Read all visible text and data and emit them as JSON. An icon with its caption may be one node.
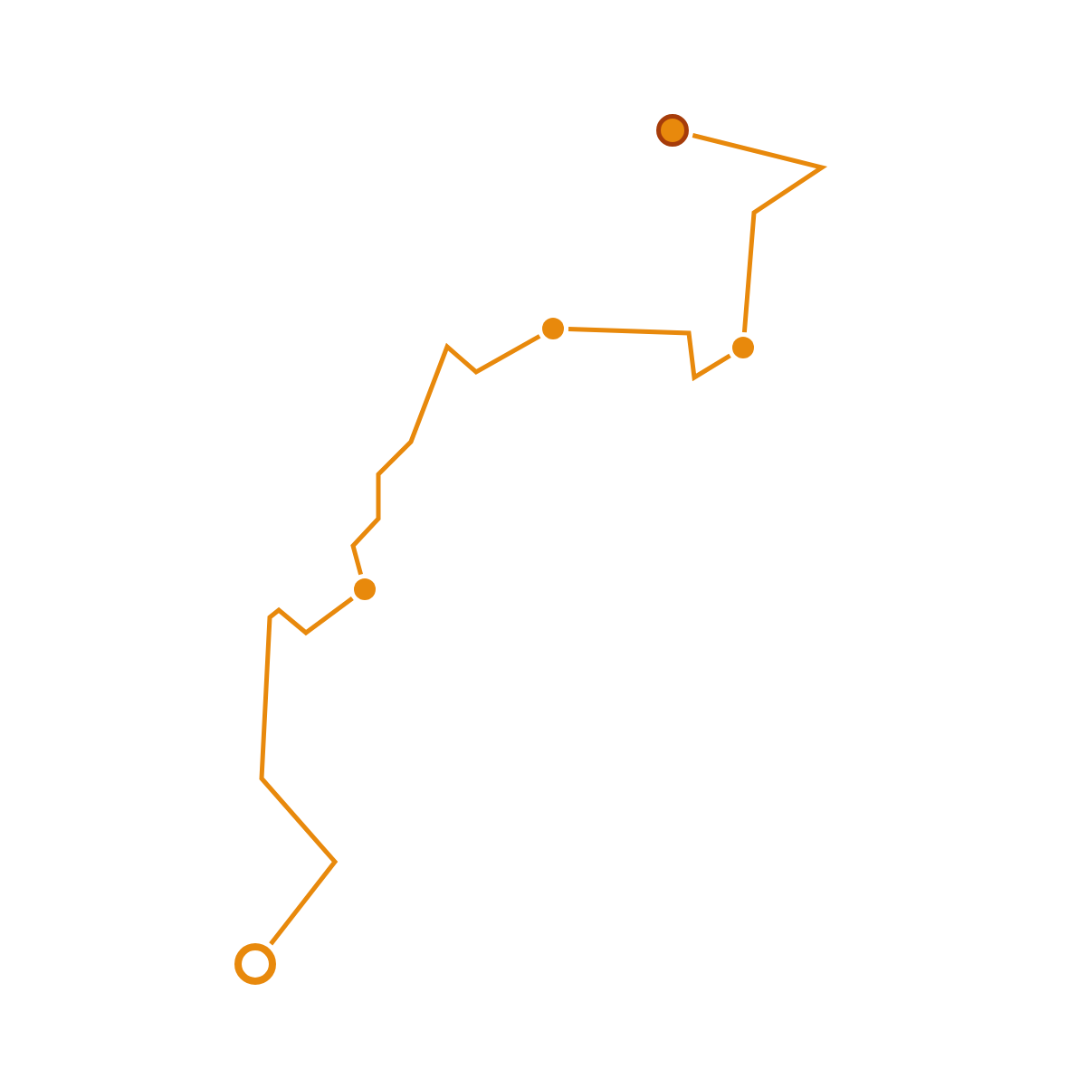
{
  "diagram": {
    "nodes": [
      {
        "text": [],
        "shape": "circle"
      },
      {
        "text": [],
        "shape": "circle"
      },
      {
        "text": [],
        "shape": "circle"
      },
      {
        "text": [],
        "shape": "circle"
      },
      {
        "text": [],
        "shape": "circle"
      }
    ],
    "edges": [
      {
        "from": 4,
        "to": 3,
        "arrow": "none"
      },
      {
        "from": 3,
        "to": 1,
        "arrow": "none"
      },
      {
        "from": 1,
        "to": 2,
        "arrow": "none"
      },
      {
        "from": 2,
        "to": 0,
        "arrow": "none"
      }
    ]
  }
}
